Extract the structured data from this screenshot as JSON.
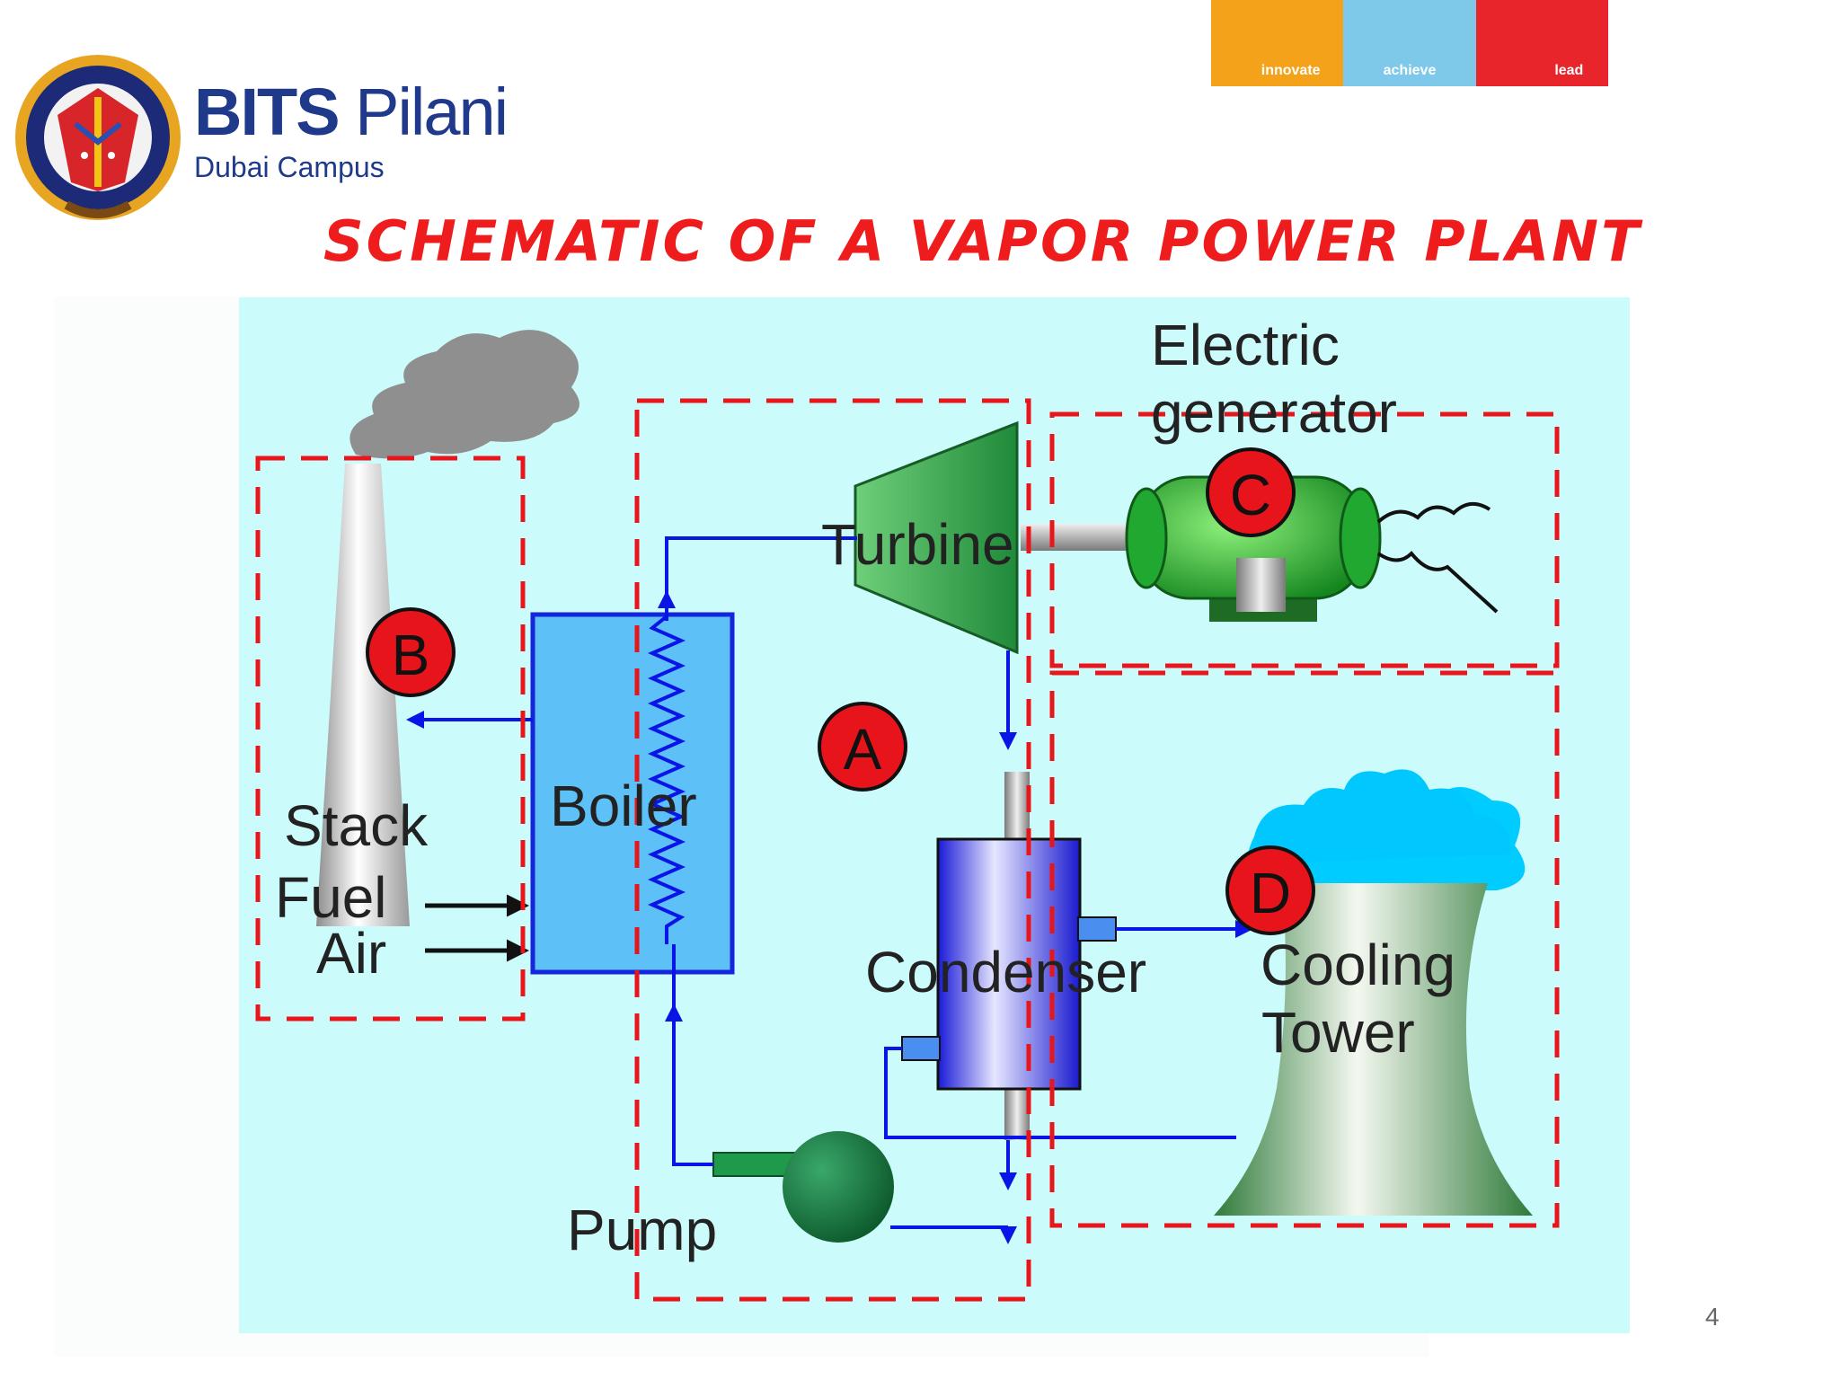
{
  "header": {
    "brand_name_bold": "BITS",
    "brand_name_light": " Pilani",
    "brand_sub": "Dubai Campus",
    "ribbon": [
      "innovate",
      "achieve",
      "lead"
    ]
  },
  "title": "SCHEMATIC OF A VAPOR POWER PLANT",
  "diagram": {
    "labels": {
      "stack": "Stack",
      "fuel": "Fuel",
      "air": "Air",
      "boiler": "Boiler",
      "turbine": "Turbine",
      "generator_line1": "Electric",
      "generator_line2": "generator",
      "condenser": "Condenser",
      "cooling_line1": "Cooling",
      "cooling_line2": "Tower",
      "pump": "Pump"
    },
    "subsystems": [
      "A",
      "B",
      "C",
      "D"
    ]
  },
  "page_number": "4",
  "colors": {
    "title": "#ee1c1c",
    "brand": "#1f3a8a",
    "diagram_bg": "#ccfbfb",
    "boundary": "#e8151b",
    "pipe": "#0a14e6"
  }
}
